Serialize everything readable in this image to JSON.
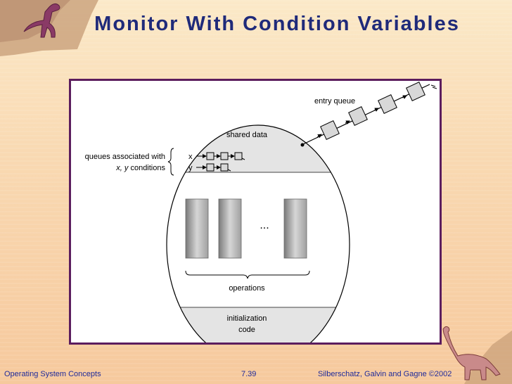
{
  "slide": {
    "title": "Monitor With Condition Variables"
  },
  "diagram": {
    "entry_queue_label": "entry queue",
    "shared_data_label": "shared data",
    "queues_label_line1": "queues associated with",
    "queues_label_line2_vars": "x, y",
    "queues_label_line2_rest": "conditions",
    "var_x": "x",
    "var_y": "y",
    "ellipsis": "...",
    "operations_label": "operations",
    "init_label_line1": "initialization",
    "init_label_line2": "code"
  },
  "footer": {
    "left": "Operating System Concepts",
    "center": "7.39",
    "right": "Silberschatz, Galvin and  Gagne ©2002"
  },
  "colors": {
    "title": "#1f2a7a",
    "frame_border": "#5b1d5e",
    "footer_text": "#1f2a9a",
    "dinosaur": "#8a3a66"
  }
}
